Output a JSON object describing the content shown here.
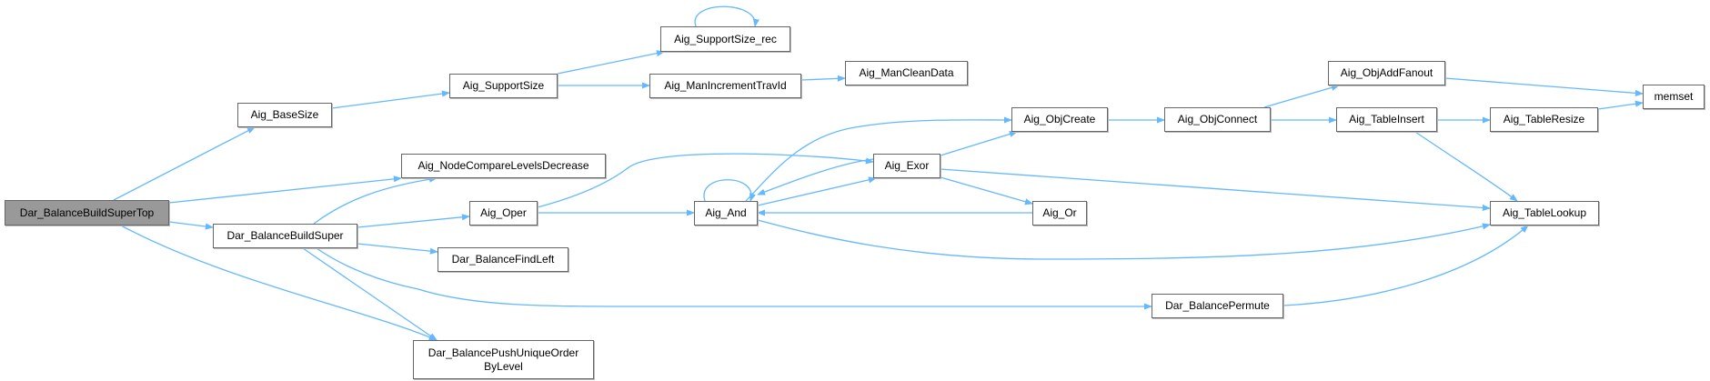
{
  "colors": {
    "edge": "#63b8ff",
    "root_fill": "#999999",
    "node_border": "#666666"
  },
  "nodes": {
    "supertop": "Dar_BalanceBuildSuperTop",
    "basesize": "Aig_BaseSize",
    "supportsize": "Aig_SupportSize",
    "supportsize_rec": "Aig_SupportSize_rec",
    "manincrement": "Aig_ManIncrementTravId",
    "mancleandata": "Aig_ManCleanData",
    "nodecompare": "Aig_NodeCompareLevelsDecrease",
    "oper": "Aig_Oper",
    "buildsuper": "Dar_BalanceBuildSuper",
    "findleft": "Dar_BalanceFindLeft",
    "pushunique_1": "Dar_BalancePushUniqueOrder",
    "pushunique_2": "ByLevel",
    "and": "Aig_And",
    "objcreate": "Aig_ObjCreate",
    "objconnect": "Aig_ObjConnect",
    "objaddfanout": "Aig_ObjAddFanout",
    "tableinsert": "Aig_TableInsert",
    "tableresize": "Aig_TableResize",
    "memset": "memset",
    "exor": "Aig_Exor",
    "or": "Aig_Or",
    "tablelookup": "Aig_TableLookup",
    "permute": "Dar_BalancePermute"
  }
}
